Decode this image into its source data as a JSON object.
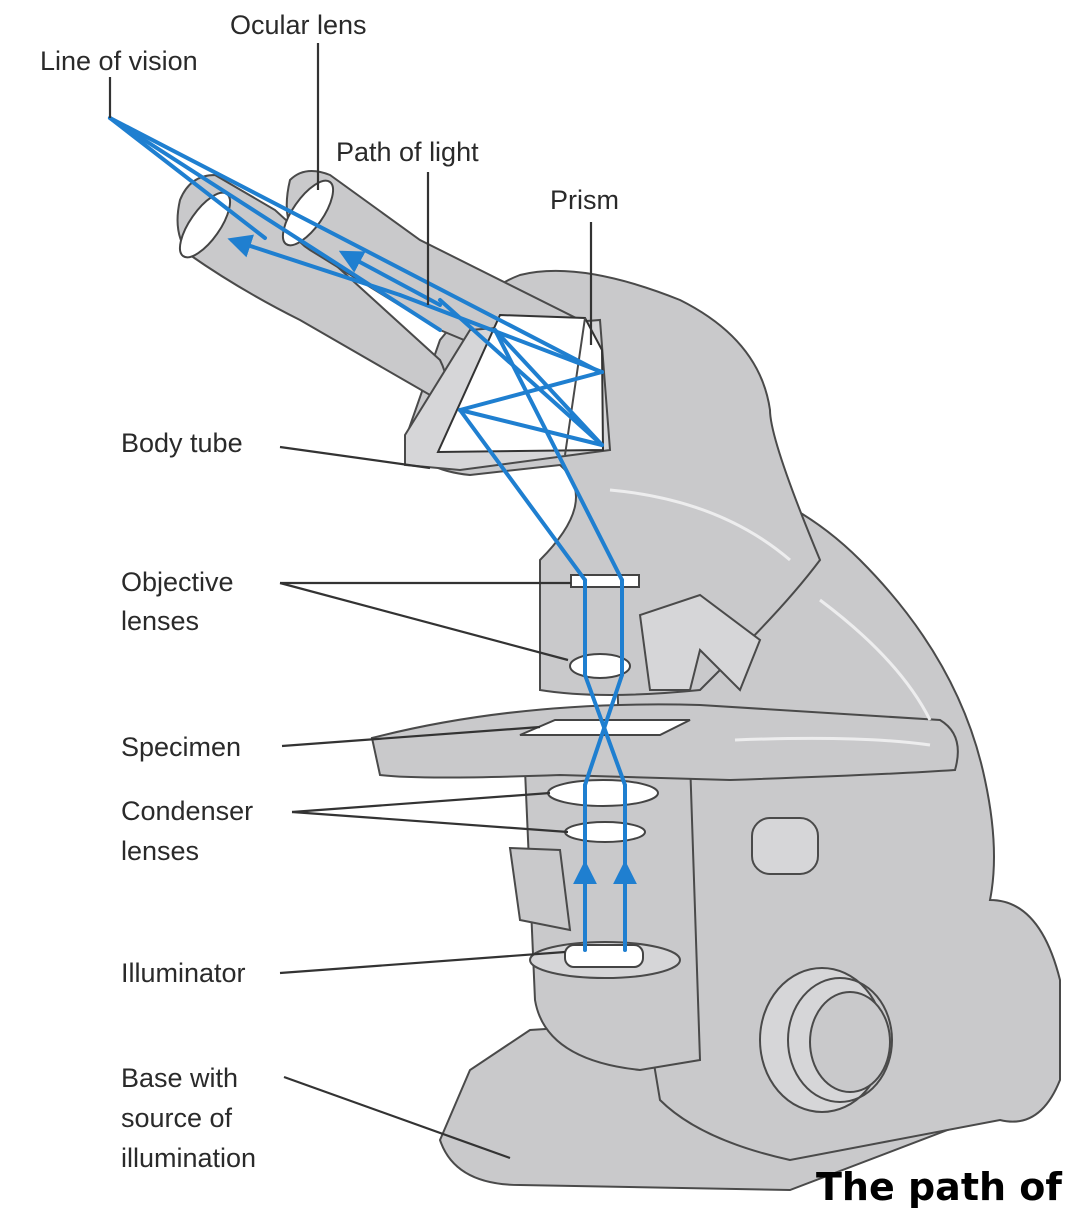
{
  "labels": {
    "ocular_lens": "Ocular lens",
    "line_of_vision": "Line of vision",
    "path_of_light": "Path of light",
    "prism": "Prism",
    "body_tube": "Body tube",
    "objective_lenses_1": "Objective",
    "objective_lenses_2": "lenses",
    "specimen": "Specimen",
    "condenser_lenses_1": "Condenser",
    "condenser_lenses_2": "lenses",
    "illuminator": "Illuminator",
    "base_1": "Base with",
    "base_2": "source of",
    "base_3": "illumination"
  },
  "caption": "The path of",
  "colors": {
    "light_ray": "#1f7fd0",
    "microscope_body": "#c9c9cb",
    "background": "#ffffff"
  }
}
